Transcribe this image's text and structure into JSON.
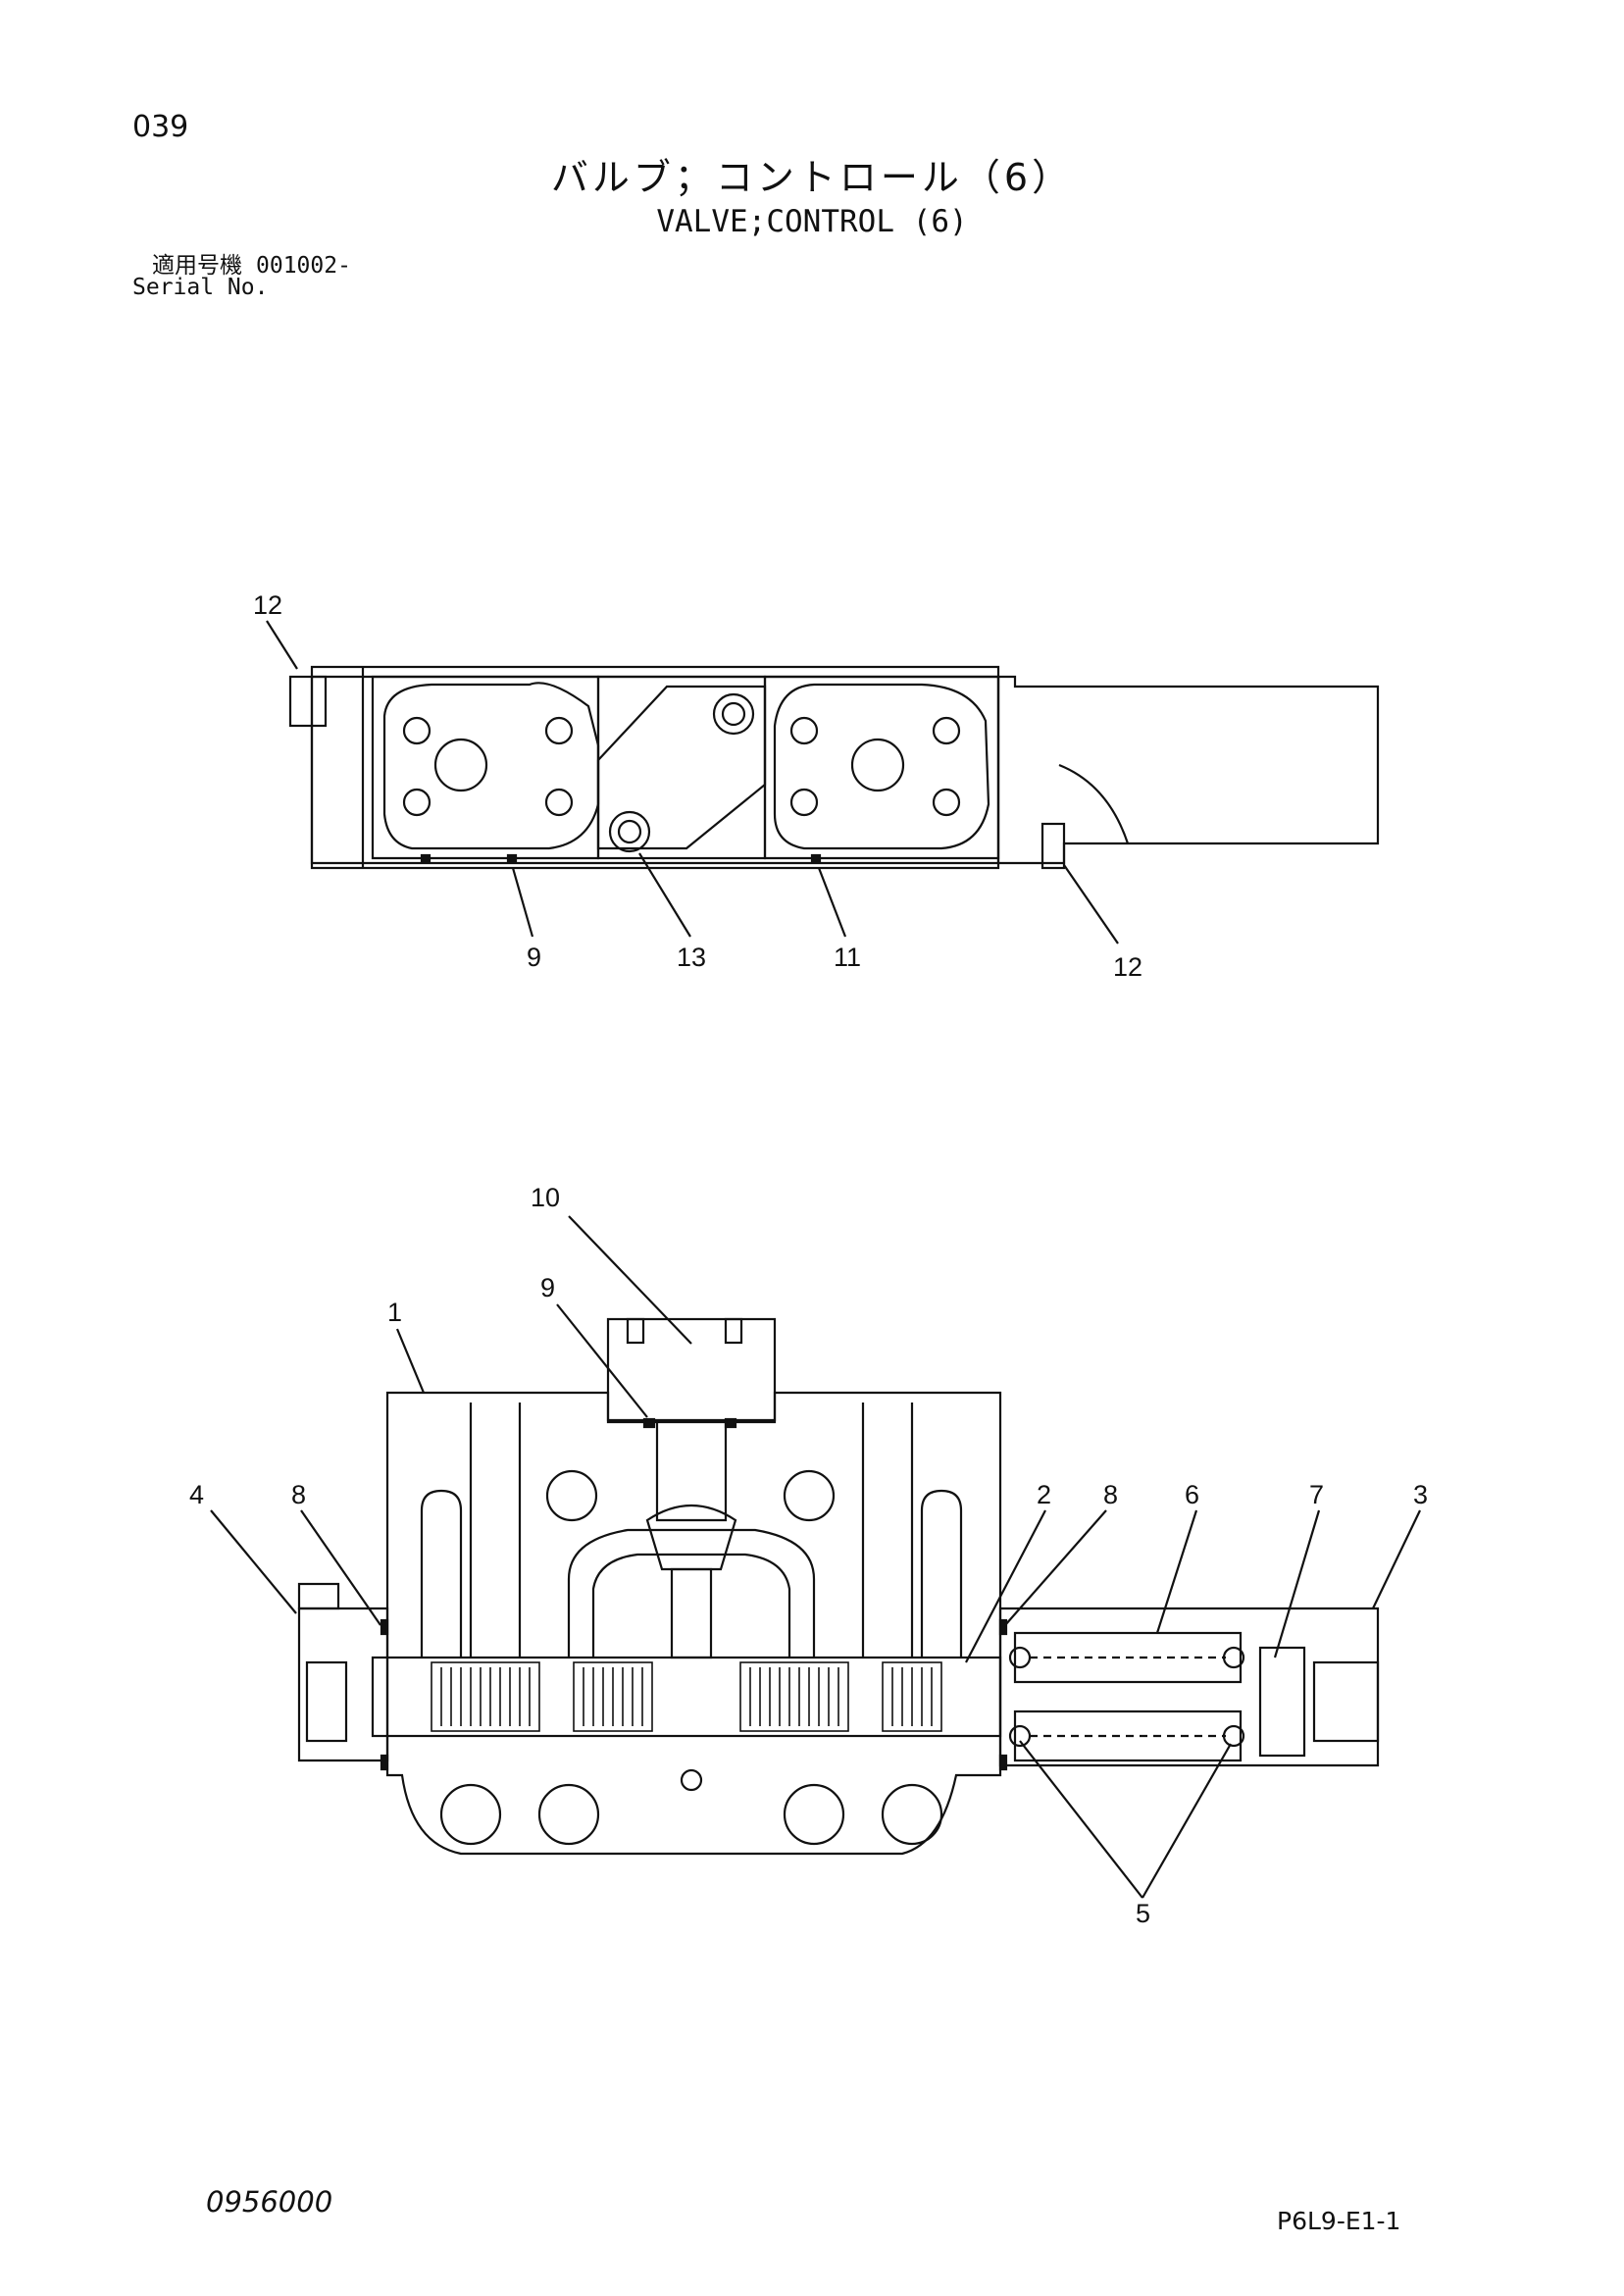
{
  "header": {
    "page_number": "039",
    "title_ja": "バルブ；コントロール（6）",
    "title_en": "VALVE;CONTROL (6)",
    "serial_label_ja": "適用号機",
    "serial_label_en": "Serial No.",
    "serial_value": "001002-"
  },
  "footer": {
    "left_code": "0956000",
    "right_code": "P6L9-E1-1"
  },
  "callouts_top": {
    "c12a": "12",
    "c9": "9",
    "c13": "13",
    "c11": "11",
    "c12b": "12"
  },
  "callouts_bottom": {
    "c10": "10",
    "c9": "9",
    "c1": "1",
    "c4": "4",
    "c8a": "8",
    "c2": "2",
    "c8b": "8",
    "c6": "6",
    "c7": "7",
    "c3": "3",
    "c5": "5"
  }
}
